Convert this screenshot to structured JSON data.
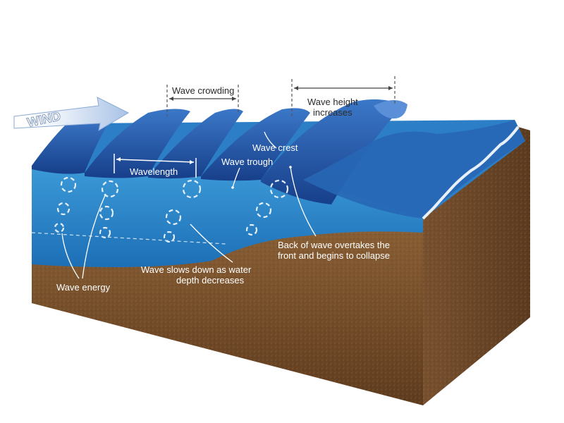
{
  "wind_label": "WIND",
  "labels": {
    "wave_crowding": "Wave crowding",
    "wave_height_line1": "Wave height",
    "wave_height_line2": "increases",
    "wave_crest": "Wave crest",
    "wave_trough": "Wave trough",
    "wavelength": "Wavelength",
    "back_of_wave_line1": "Back of wave overtakes the",
    "back_of_wave_line2": "front and begins to collapse",
    "wave_slows_line1": "Wave slows down as water",
    "wave_slows_line2": "depth decreases",
    "wave_energy": "Wave energy"
  },
  "colors": {
    "water": "#2f86c8",
    "deep_water": "#1f5fae",
    "wave_crest": "#1c4f9e",
    "sand_top": "#8a5f34",
    "sand_side": "#6b4424",
    "arrow": "#dfe9f6"
  }
}
